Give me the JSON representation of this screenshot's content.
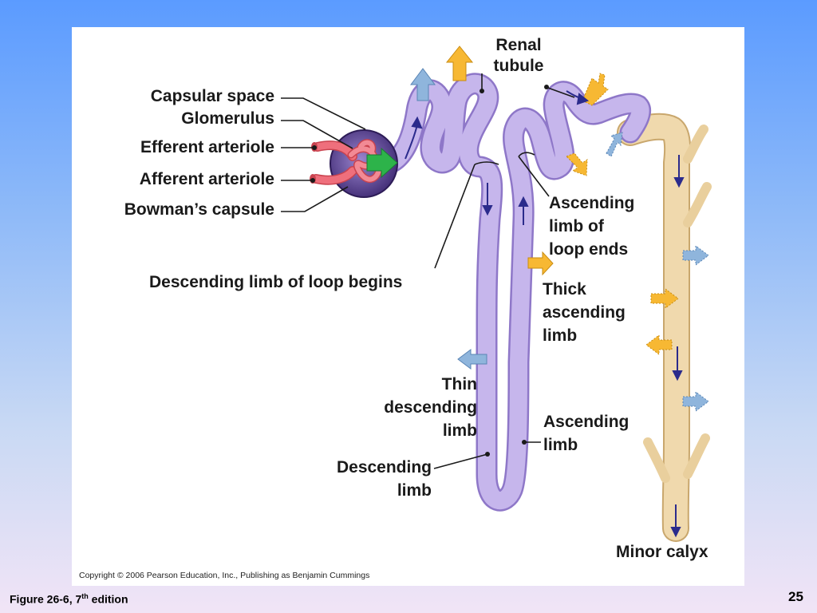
{
  "labels": {
    "capsular_space": "Capsular space",
    "glomerulus": "Glomerulus",
    "efferent_arteriole": "Efferent arteriole",
    "afferent_arteriole": "Afferent arteriole",
    "bowmans_capsule": "Bowman’s capsule",
    "renal_tubule_1": "Renal",
    "renal_tubule_2": "tubule",
    "ascending_loop_1": "Ascending",
    "ascending_loop_2": "limb of",
    "ascending_loop_3": "loop ends",
    "descending_loop_begins": "Descending limb of loop begins",
    "thick_ascending_1": "Thick",
    "thick_ascending_2": "ascending",
    "thick_ascending_3": "limb",
    "thin_descending_1": "Thin",
    "thin_descending_2": "descending",
    "thin_descending_3": "limb",
    "ascending_limb_1": "Ascending",
    "ascending_limb_2": "limb",
    "descending_limb_1": "Descending",
    "descending_limb_2": "limb",
    "minor_calyx": "Minor calyx"
  },
  "copyright": "Copyright © 2006 Pearson Education, Inc., Publishing as Benjamin Cummings",
  "caption": {
    "text": "Figure 26-6, 7",
    "sup": "th",
    "suffix": " edition"
  },
  "slide_number": "25",
  "colors": {
    "tubule": "#b9a6e3",
    "tubule_outline": "#8e77c8",
    "collecting_duct": "#f0d9ad",
    "vessel": "#ef6f7c",
    "capsule": "#6a4f9e",
    "arrow_blue": "#8fb5dc",
    "arrow_orange": "#f7b833",
    "arrow_green": "#2db34a"
  }
}
